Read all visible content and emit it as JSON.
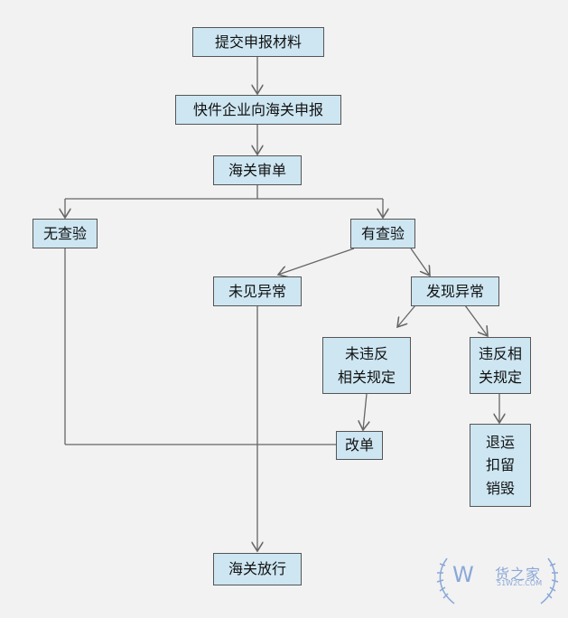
{
  "flowchart": {
    "nodes": {
      "submit": "提交申报材料",
      "declare": "快件企业向海关申报",
      "review": "海关审单",
      "no_inspection": "无查验",
      "inspection": "有查验",
      "no_anomaly": "未见异常",
      "anomaly": "发现异常",
      "not_violating": "未违反\n相关规定",
      "violating": "违反相\n关规定",
      "amend": "改单",
      "return": "退运\n扣留\n销毁",
      "release": "海关放行"
    }
  },
  "watermark": {
    "brand": "货之家",
    "url": "51W2C.COM"
  },
  "colors": {
    "node_fill": "#cde6f2",
    "node_border": "#555555",
    "line": "#666666",
    "background": "#f2f2f2",
    "watermark": "#8aa8d8"
  }
}
